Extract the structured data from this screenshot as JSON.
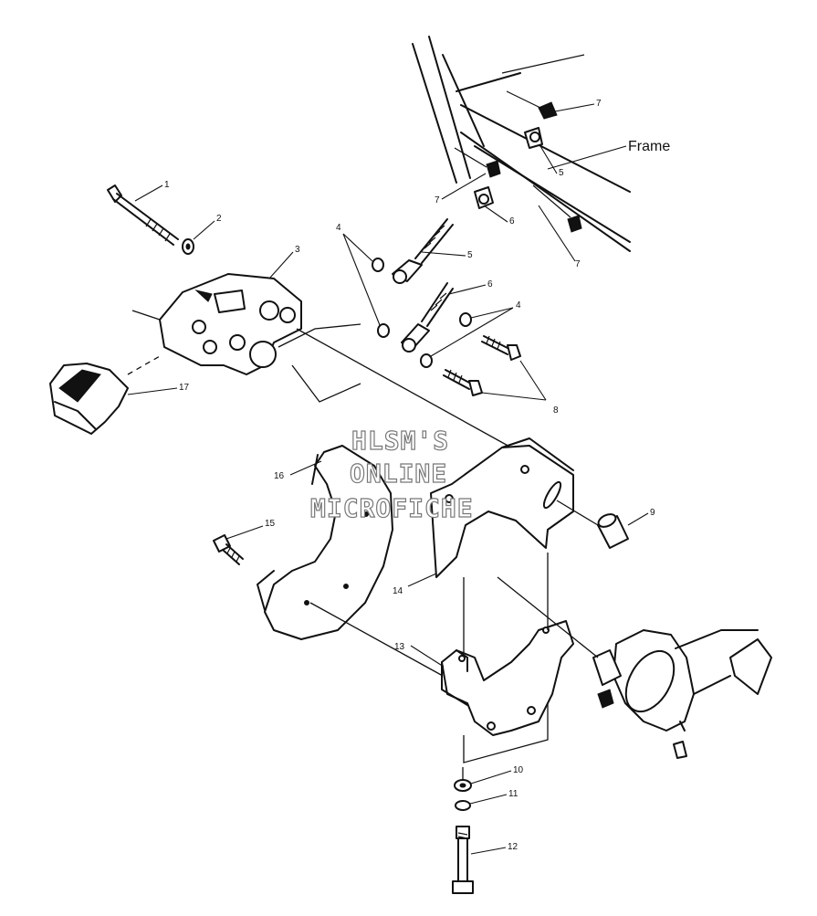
{
  "watermark": {
    "line1": "HLSM'S",
    "line2": "ONLINE",
    "line3": "MICROFICHE"
  },
  "labels": {
    "frame": "Frame"
  },
  "callouts": {
    "c1": "1",
    "c2": "2",
    "c3": "3",
    "c4a": "4",
    "c4b": "4",
    "c5a": "5",
    "c5b": "5",
    "c6a": "6",
    "c6b": "6",
    "c7a": "7",
    "c7b": "7",
    "c7c": "7",
    "c8": "8",
    "c9": "9",
    "c10": "10",
    "c11": "11",
    "c12": "12",
    "c13": "13",
    "c14": "14",
    "c15": "15",
    "c16": "16",
    "c17": "17"
  }
}
